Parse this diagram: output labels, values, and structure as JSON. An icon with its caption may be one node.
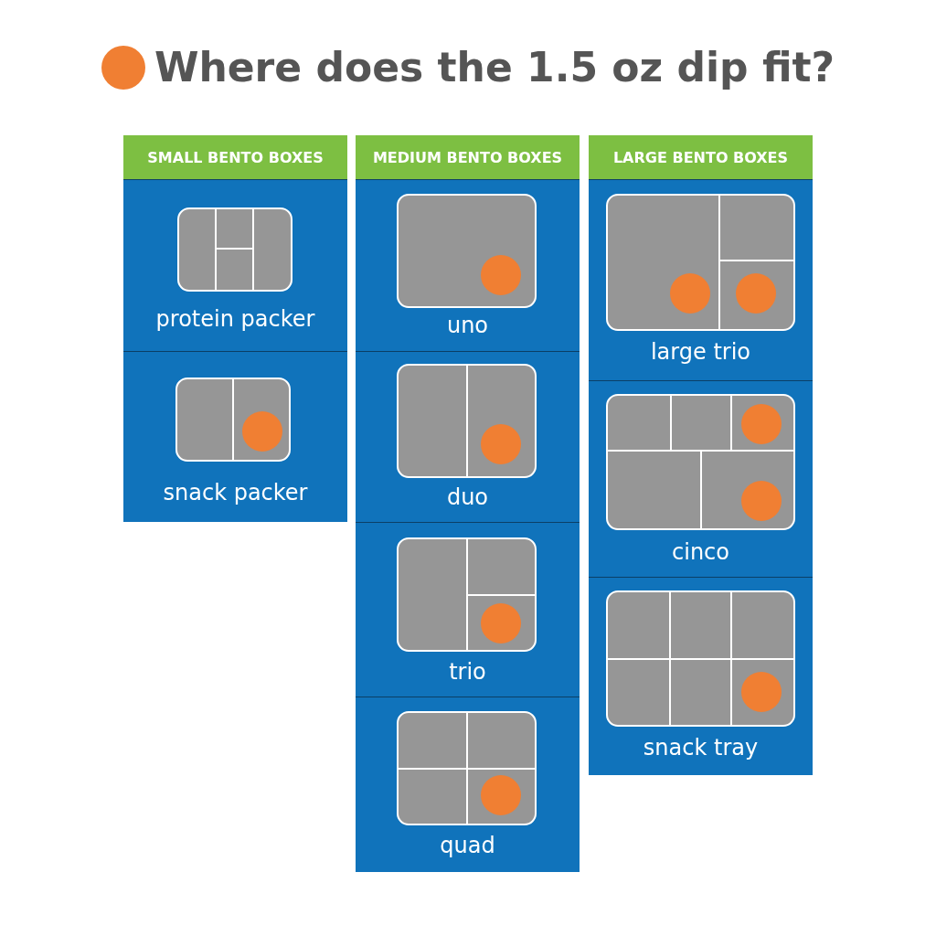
{
  "diagram": {
    "title": "Where does the 1.5 oz dip fit?",
    "nodes": [
      {
        "text": [
          "SMALL BENTO BOXES"
        ]
      },
      {
        "text": [
          "protein packer"
        ],
        "in": 0
      },
      {
        "text": [
          "snack packer"
        ],
        "in": 0
      },
      {
        "text": [
          "MEDIUM BENTO BOXES"
        ]
      },
      {
        "text": [
          "uno"
        ],
        "in": 3
      },
      {
        "text": [
          "duo"
        ],
        "in": 3
      },
      {
        "text": [
          "trio"
        ],
        "in": 3
      },
      {
        "text": [
          "quad"
        ],
        "in": 3
      },
      {
        "text": [
          "LARGE BENTO BOXES"
        ]
      },
      {
        "text": [
          "large trio"
        ],
        "in": 8
      },
      {
        "text": [
          "cinco"
        ],
        "in": 8
      },
      {
        "text": [
          "snack tray"
        ],
        "in": 8
      }
    ]
  }
}
